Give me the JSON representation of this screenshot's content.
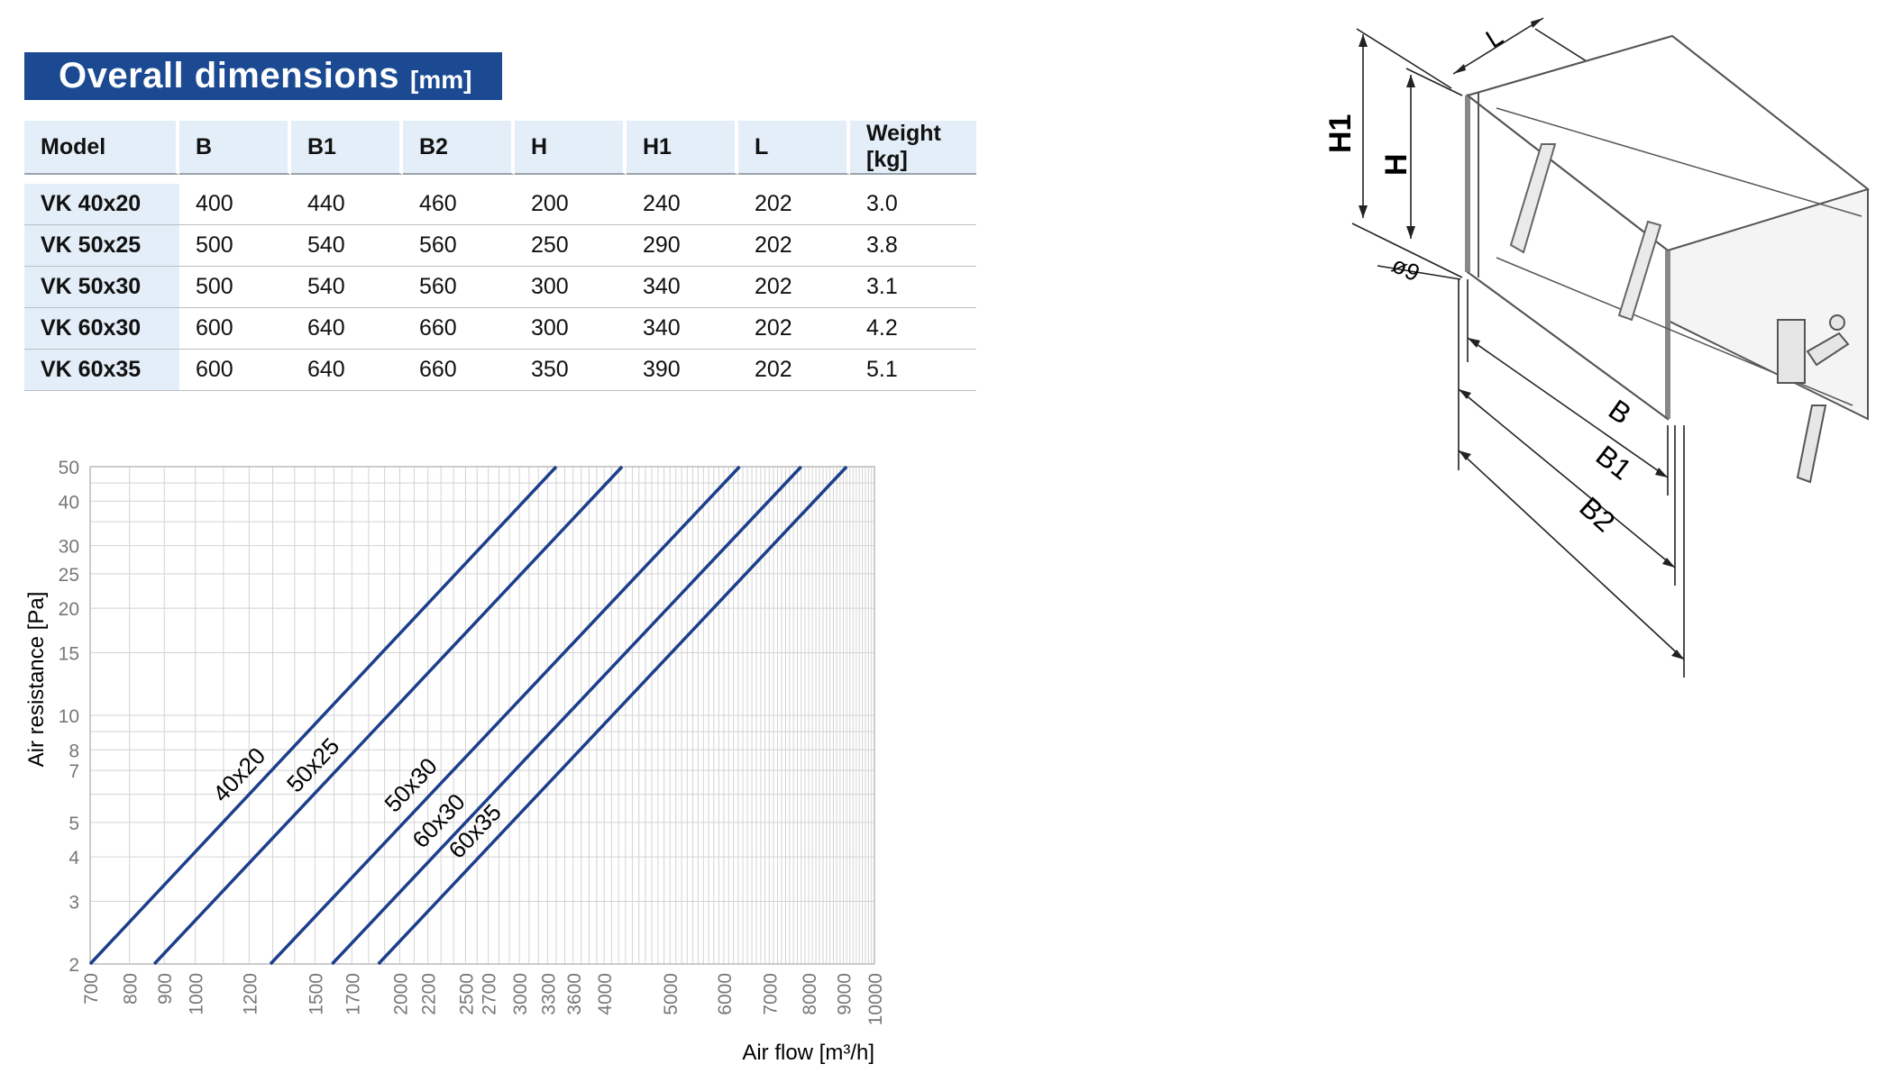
{
  "header": {
    "title": "Overall dimensions",
    "unit": "[mm]"
  },
  "table": {
    "columns": [
      "Model",
      "B",
      "B1",
      "B2",
      "H",
      "H1",
      "L",
      "Weight [kg]"
    ],
    "rows": [
      [
        "VK 40x20",
        "400",
        "440",
        "460",
        "200",
        "240",
        "202",
        "3.0"
      ],
      [
        "VK 50x25",
        "500",
        "540",
        "560",
        "250",
        "290",
        "202",
        "3.8"
      ],
      [
        "VK 50x30",
        "500",
        "540",
        "560",
        "300",
        "340",
        "202",
        "3.1"
      ],
      [
        "VK 60x30",
        "600",
        "640",
        "660",
        "300",
        "340",
        "202",
        "4.2"
      ],
      [
        "VK 60x35",
        "600",
        "640",
        "660",
        "350",
        "390",
        "202",
        "5.1"
      ]
    ]
  },
  "chart_data": {
    "type": "line",
    "xlabel": "Air flow [m³/h]",
    "ylabel": "Air resistance [Pa]",
    "x_scale": "log",
    "y_scale": "log",
    "xlim": [
      700,
      10000
    ],
    "ylim": [
      2,
      50
    ],
    "x_ticks": [
      700,
      800,
      900,
      1000,
      1200,
      1500,
      1700,
      2000,
      2200,
      2500,
      2700,
      3000,
      3300,
      3600,
      4000,
      5000,
      6000,
      7000,
      8000,
      9000,
      10000
    ],
    "y_ticks": [
      2,
      3,
      4,
      5,
      7,
      8,
      10,
      15,
      20,
      25,
      30,
      40,
      50
    ],
    "grid": true,
    "line_color": "#1b3f8b",
    "series": [
      {
        "name": "40x20",
        "points": [
          [
            700,
            2
          ],
          [
            3400,
            50
          ]
        ]
      },
      {
        "name": "50x25",
        "points": [
          [
            870,
            2
          ],
          [
            4250,
            50
          ]
        ]
      },
      {
        "name": "50x30",
        "points": [
          [
            1290,
            2
          ],
          [
            6330,
            50
          ]
        ]
      },
      {
        "name": "60x30",
        "points": [
          [
            1590,
            2
          ],
          [
            7800,
            50
          ]
        ]
      },
      {
        "name": "60x35",
        "points": [
          [
            1860,
            2
          ],
          [
            9100,
            50
          ]
        ]
      }
    ]
  },
  "drawing": {
    "labels": {
      "L": "L",
      "H1": "H1",
      "H": "H",
      "hole": "ø9",
      "B": "B",
      "B1": "B1",
      "B2": "B2"
    }
  }
}
